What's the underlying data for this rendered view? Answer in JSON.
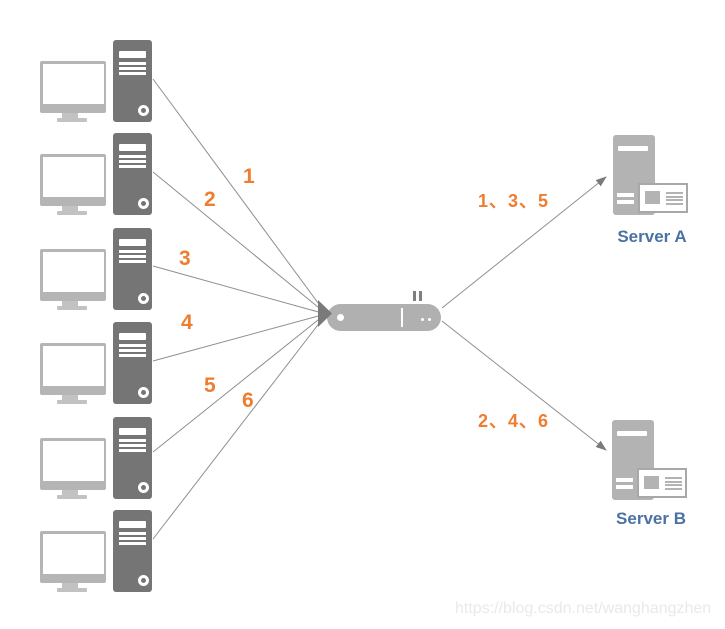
{
  "diagram": {
    "link_labels": [
      "1",
      "2",
      "3",
      "4",
      "5",
      "6"
    ],
    "route_labels": [
      {
        "text": "1、3、5",
        "target": "Server A"
      },
      {
        "text": "2、4、6",
        "target": "Server B"
      }
    ],
    "servers": [
      {
        "label": "Server A"
      },
      {
        "label": "Server B"
      }
    ],
    "watermark": "https://blog.csdn.net/wanghangzhen",
    "colors": {
      "label_orange": "#ED7D31",
      "server_label_blue": "#4A72A3",
      "client_tower_gray": "#757575",
      "monitor_gray": "#B5B5B5",
      "server_gray": "#B3B3B3",
      "router_gray": "#B0B0B0",
      "line_gray": "#8F8F8F",
      "arrow_gray": "#7A7A7A",
      "watermark_gray": "#E9E9E9"
    }
  }
}
